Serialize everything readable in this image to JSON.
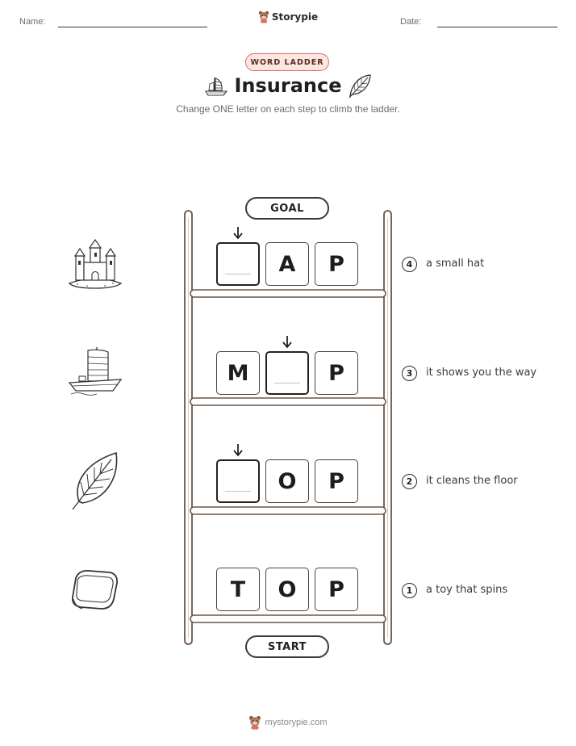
{
  "header": {
    "name_label": "Name:",
    "date_label": "Date:",
    "brand": "Storypie"
  },
  "badge": "WORD LADDER",
  "title": "Insurance",
  "subtitle": "Change ONE letter on each step to climb the ladder.",
  "goal_label": "GOAL",
  "start_label": "START",
  "rungs": [
    {
      "step": "4",
      "clue": "a small hat",
      "letters": [
        "",
        "A",
        "P"
      ],
      "picture": "sandcastle-icon"
    },
    {
      "step": "3",
      "clue": "it shows you the way",
      "letters": [
        "M",
        "",
        "P"
      ],
      "picture": "sailboat-icon"
    },
    {
      "step": "2",
      "clue": "it cleans the floor",
      "letters": [
        "",
        "O",
        "P"
      ],
      "picture": "leaf-icon"
    },
    {
      "step": "1",
      "clue": "a toy that spins",
      "letters": [
        "T",
        "O",
        "P"
      ],
      "picture": "soap-bar-icon"
    }
  ],
  "footer": "mystorypie.com",
  "colors": {
    "badge_fill": "#fde6df",
    "badge_border": "#d6705e",
    "ladder_wood": "#6b5545"
  }
}
